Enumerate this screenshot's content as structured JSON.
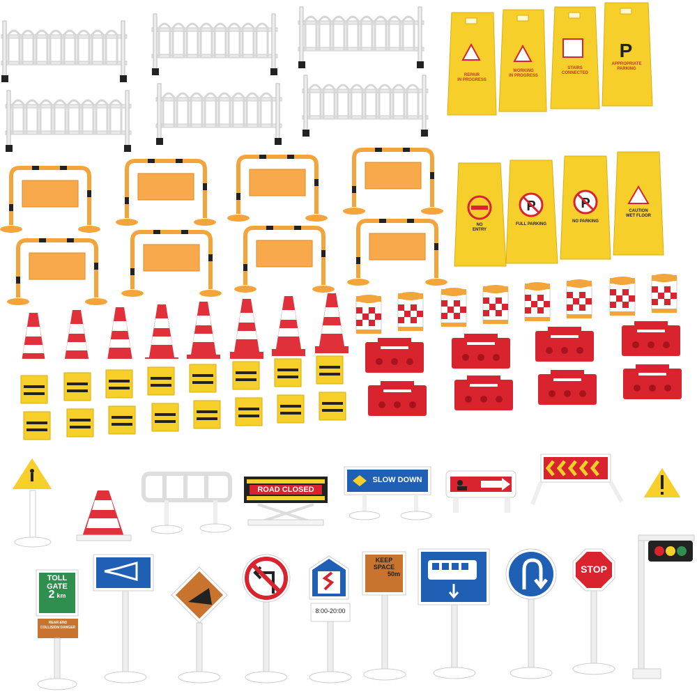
{
  "floor_signs_top": [
    {
      "label_1": "REPAIR",
      "label_2": "IN PROGRESS",
      "icon": "worker-icon"
    },
    {
      "label_1": "WORKING",
      "label_2": "IN PROGRESS",
      "icon": "warning-worker-icon"
    },
    {
      "label_1": "STAIRS",
      "label_2": "CONNECTED",
      "icon": "stairs-icon"
    },
    {
      "label_1": "APPROPRIATE",
      "label_2": "PARKING",
      "icon": "parking-icon",
      "symbol": "P"
    }
  ],
  "floor_signs_bottom": [
    {
      "label_1": "NO",
      "label_2": "ENTRY",
      "icon": "no-entry-icon"
    },
    {
      "label_1": "FULL PARKING",
      "label_2": "",
      "icon": "no-parking-icon",
      "symbol": "P"
    },
    {
      "label_1": "NO PARKING",
      "label_2": "",
      "icon": "no-parking-icon",
      "symbol": "P"
    },
    {
      "label_1": "CAUTION",
      "label_2": "WET FLOOR",
      "icon": "slippery-icon"
    }
  ],
  "road_signs": {
    "road_closed": "ROAD CLOSED",
    "slow_down": "SLOW DOWN",
    "toll_gate_1": "TOLL",
    "toll_gate_2": "GATE",
    "toll_gate_3": "2",
    "toll_gate_4": "km",
    "rear_end_1": "REAR-END",
    "rear_end_2": "COLLISION DANGER",
    "keep_space_1": "KEEP",
    "keep_space_2": "SPACE",
    "keep_space_3": "50m",
    "time_range": "8:00-20:00",
    "stop": "STOP"
  },
  "colors": {
    "yellow": "#f5c918",
    "orange": "#f39c2e",
    "red": "#d9232e",
    "blue": "#1f4f9f",
    "white": "#ffffff"
  }
}
